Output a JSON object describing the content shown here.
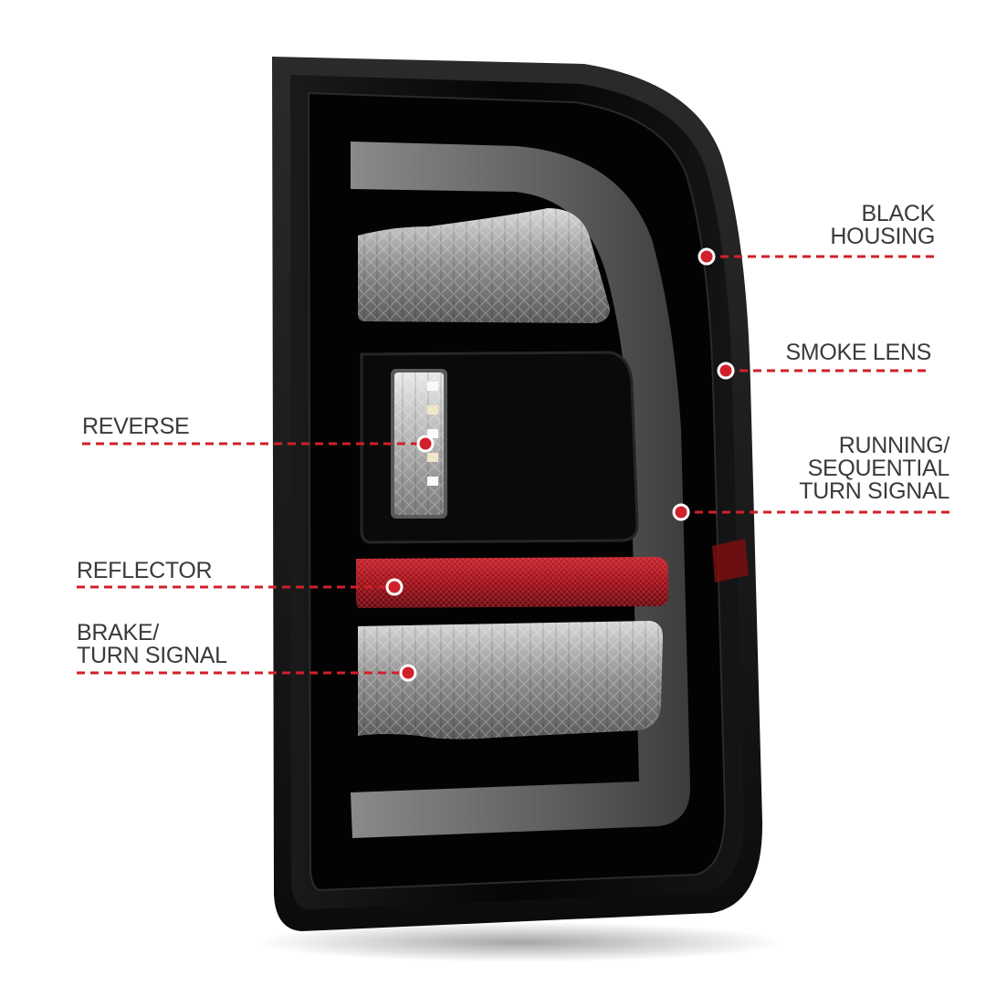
{
  "colors": {
    "background": "#ffffff",
    "label_text": "#3a3a3a",
    "leader_line": "#d0202a",
    "marker_fill": "#d0202a",
    "marker_ring": "#ffffff",
    "housing": "#050505",
    "lightbar": "#6f6f6f",
    "reflector": "#a2141c"
  },
  "product": {
    "image_name": "tail-light-assembly"
  },
  "callouts": {
    "black_housing": {
      "label": "BLACK\nHOUSING"
    },
    "smoke_lens": {
      "label": "SMOKE LENS"
    },
    "running_turn_signal": {
      "label": "RUNNING/\nSEQUENTIAL\nTURN SIGNAL"
    },
    "reverse": {
      "label": "REVERSE"
    },
    "reflector": {
      "label": "REFLECTOR"
    },
    "brake_turn_signal": {
      "label": "BRAKE/\nTURN SIGNAL"
    }
  }
}
